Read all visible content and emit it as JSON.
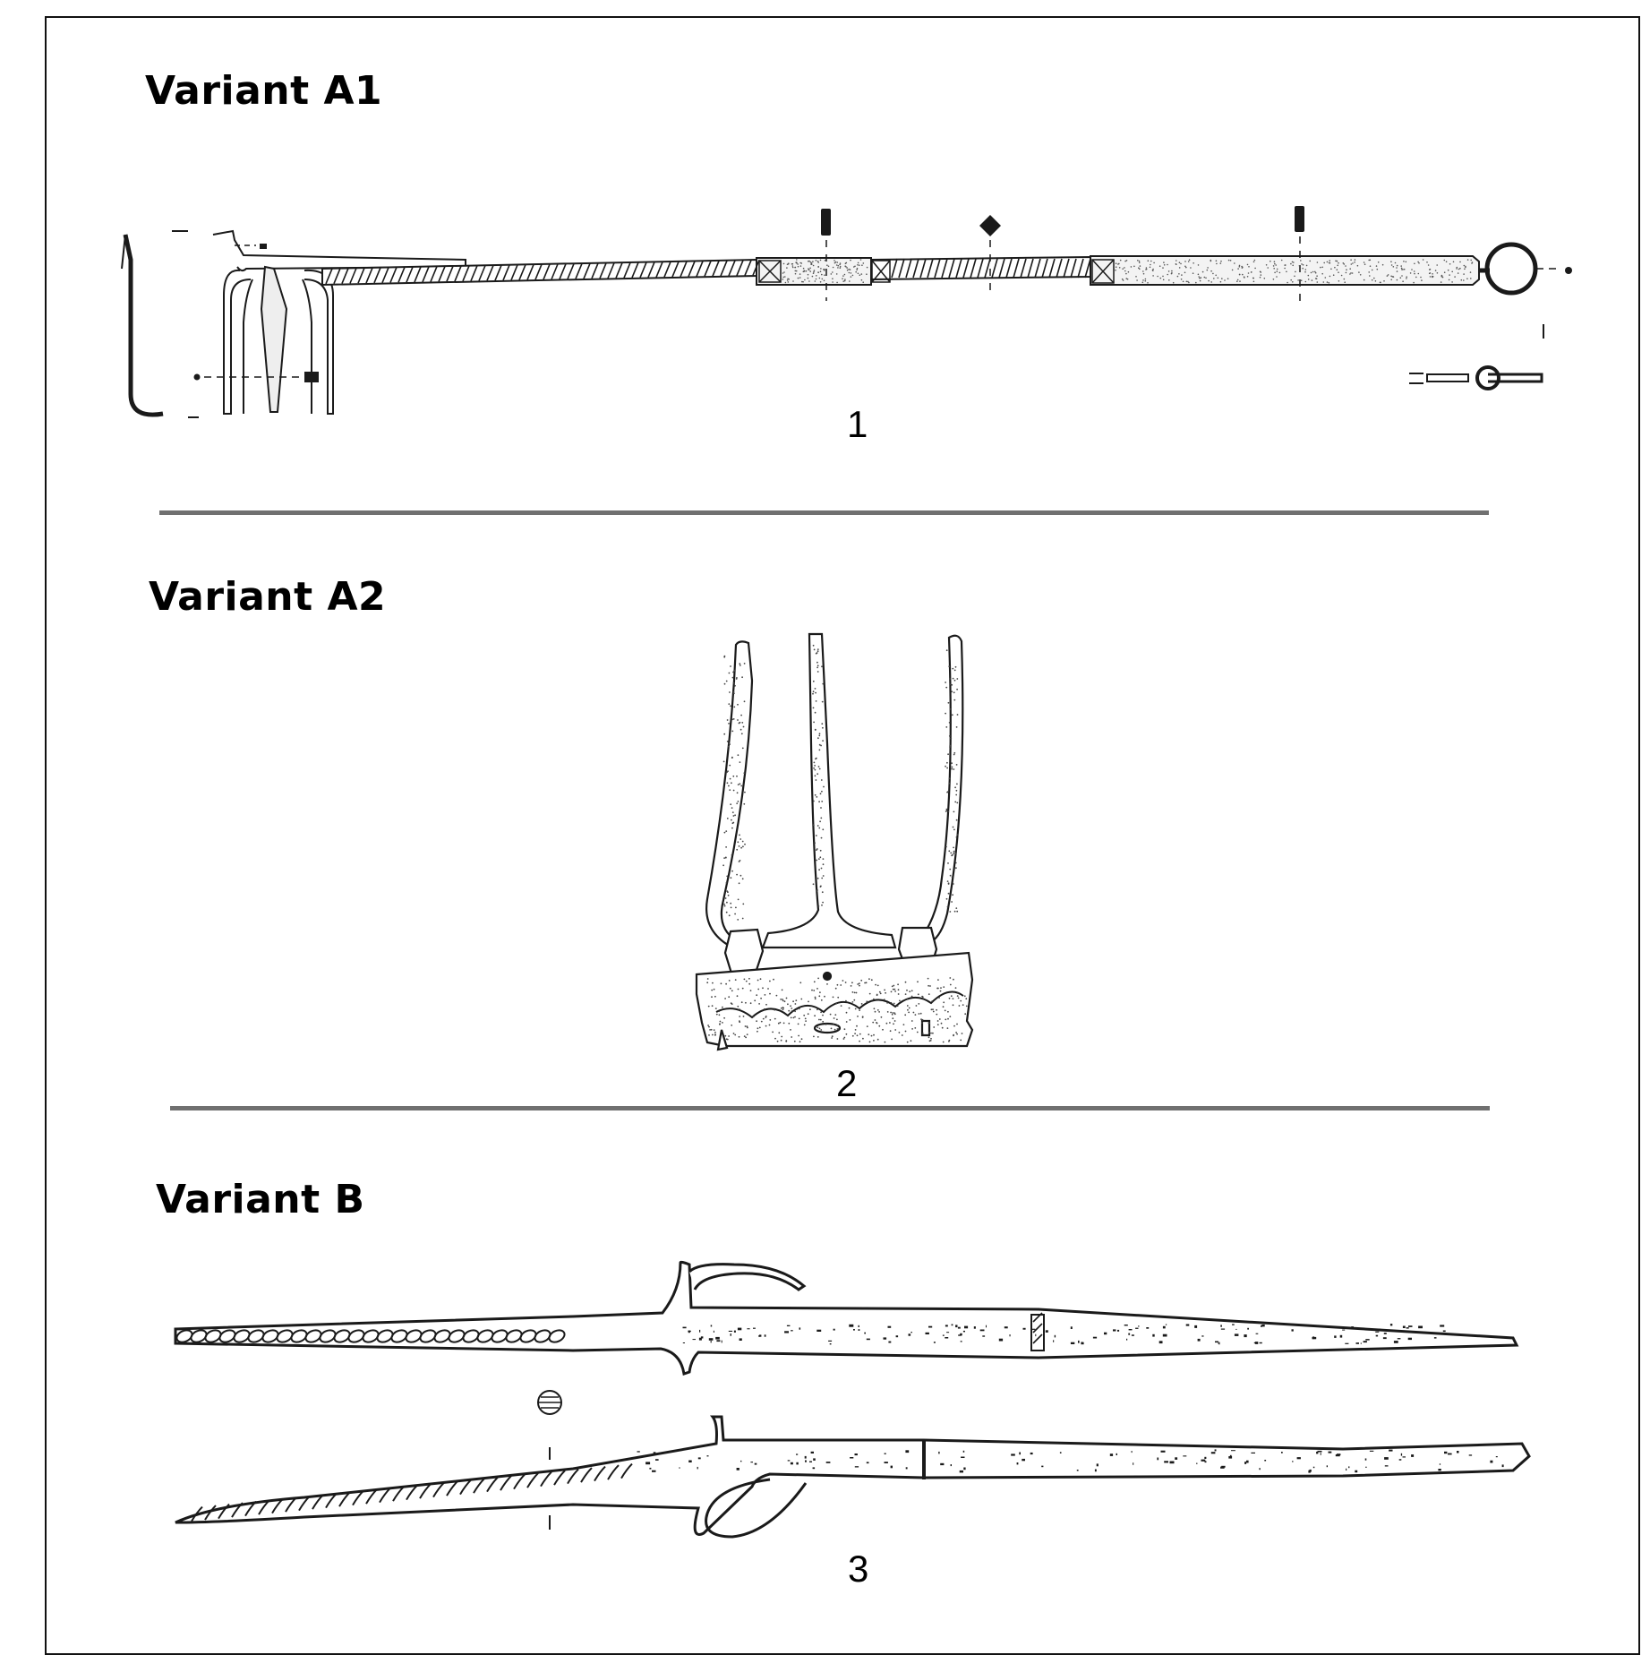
{
  "plate": {
    "sections": [
      {
        "id": "a1",
        "heading": "Variant A1",
        "figure_number": "1"
      },
      {
        "id": "a2",
        "heading": "Variant A2",
        "figure_number": "2"
      },
      {
        "id": "b",
        "heading": "Variant B",
        "figure_number": "3"
      }
    ]
  },
  "colors": {
    "ink": "#1a1a1a",
    "divider": "#707070",
    "background": "#ffffff"
  }
}
